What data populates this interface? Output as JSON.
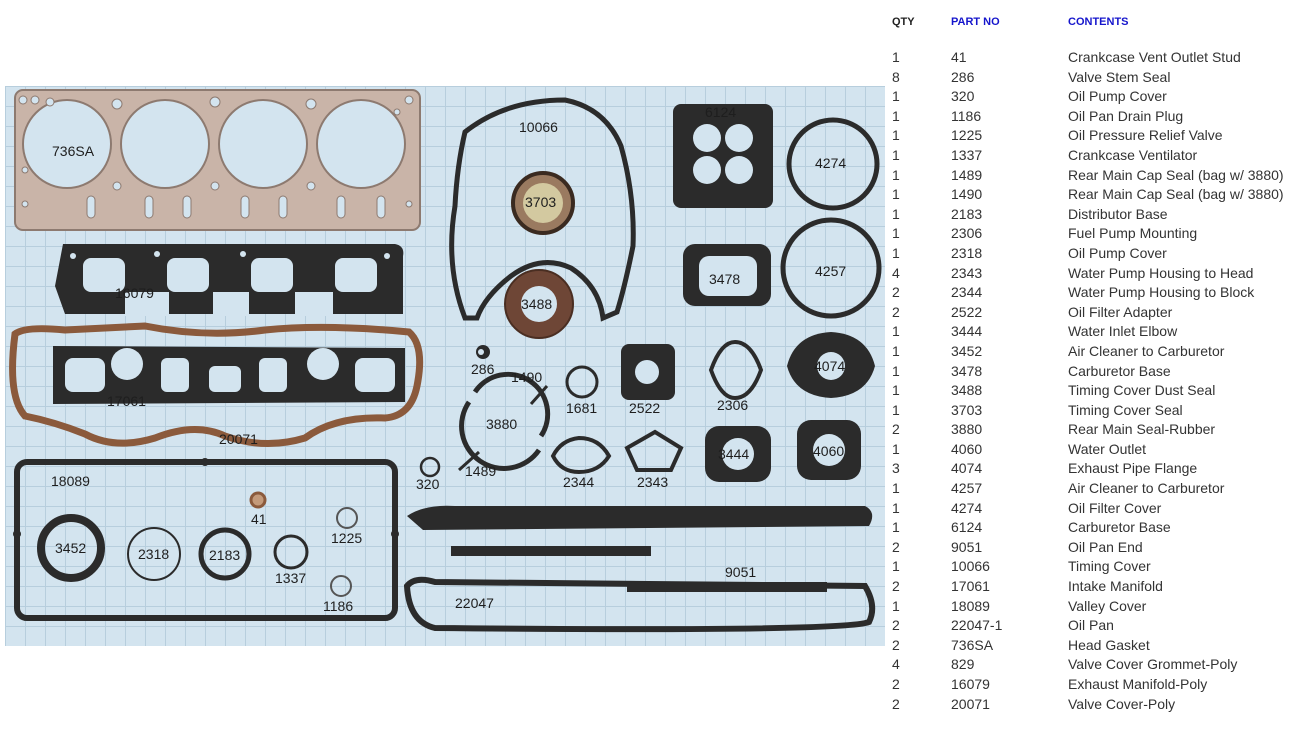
{
  "photo": {
    "labels": [
      "736SA",
      "10066",
      "6124",
      "4274",
      "3703",
      "16079",
      "3478",
      "4257",
      "3488",
      "286",
      "1490",
      "1681",
      "2522",
      "2306",
      "4074",
      "17061",
      "3880",
      "20071",
      "1489",
      "2344",
      "2343",
      "3444",
      "4060",
      "320",
      "18089",
      "41",
      "1225",
      "3452",
      "2318",
      "2183",
      "1337",
      "1186",
      "9051",
      "22047"
    ]
  },
  "table": {
    "headers": {
      "qty": "QTY",
      "part_no": "PART NO",
      "contents": "CONTENTS"
    },
    "rows": [
      {
        "qty": "1",
        "part": "41",
        "contents": "Crankcase Vent Outlet Stud"
      },
      {
        "qty": "8",
        "part": "286",
        "contents": "Valve Stem Seal"
      },
      {
        "qty": "1",
        "part": "320",
        "contents": "Oil Pump Cover"
      },
      {
        "qty": "1",
        "part": "1186",
        "contents": "Oil Pan Drain Plug"
      },
      {
        "qty": "1",
        "part": "1225",
        "contents": "Oil Pressure Relief Valve"
      },
      {
        "qty": "1",
        "part": "1337",
        "contents": "Crankcase Ventilator"
      },
      {
        "qty": "1",
        "part": "1489",
        "contents": "Rear Main Cap Seal (bag w/ 3880)"
      },
      {
        "qty": "1",
        "part": "1490",
        "contents": "Rear Main Cap Seal (bag w/ 3880)"
      },
      {
        "qty": "1",
        "part": "2183",
        "contents": "Distributor Base"
      },
      {
        "qty": "1",
        "part": "2306",
        "contents": "Fuel Pump Mounting"
      },
      {
        "qty": "1",
        "part": "2318",
        "contents": "Oil Pump Cover"
      },
      {
        "qty": "4",
        "part": "2343",
        "contents": "Water Pump Housing to Head"
      },
      {
        "qty": "2",
        "part": "2344",
        "contents": "Water Pump Housing to Block"
      },
      {
        "qty": "2",
        "part": "2522",
        "contents": "Oil Filter Adapter"
      },
      {
        "qty": "1",
        "part": "3444",
        "contents": "Water Inlet Elbow"
      },
      {
        "qty": "1",
        "part": "3452",
        "contents": "Air Cleaner to Carburetor"
      },
      {
        "qty": "1",
        "part": "3478",
        "contents": "Carburetor Base"
      },
      {
        "qty": "1",
        "part": "3488",
        "contents": "Timing Cover Dust Seal"
      },
      {
        "qty": "1",
        "part": "3703",
        "contents": "Timing Cover Seal"
      },
      {
        "qty": "2",
        "part": "3880",
        "contents": "Rear Main Seal-Rubber"
      },
      {
        "qty": "1",
        "part": "4060",
        "contents": "Water Outlet"
      },
      {
        "qty": "3",
        "part": "4074",
        "contents": "Exhaust Pipe Flange"
      },
      {
        "qty": "1",
        "part": "4257",
        "contents": "Air Cleaner to Carburetor"
      },
      {
        "qty": "1",
        "part": "4274",
        "contents": "Oil Filter Cover"
      },
      {
        "qty": "1",
        "part": "6124",
        "contents": "Carburetor Base"
      },
      {
        "qty": "2",
        "part": "9051",
        "contents": "Oil Pan End"
      },
      {
        "qty": "1",
        "part": "10066",
        "contents": "Timing Cover"
      },
      {
        "qty": "2",
        "part": "17061",
        "contents": "Intake Manifold"
      },
      {
        "qty": "1",
        "part": "18089",
        "contents": "Valley Cover"
      },
      {
        "qty": "2",
        "part": "22047-1",
        "contents": "Oil Pan"
      },
      {
        "qty": "2",
        "part": "736SA",
        "contents": "Head Gasket"
      },
      {
        "qty": "4",
        "part": "829",
        "contents": "Valve Cover Grommet-Poly"
      },
      {
        "qty": "2",
        "part": "16079",
        "contents": "Exhaust Manifold-Poly"
      },
      {
        "qty": "2",
        "part": "20071",
        "contents": "Valve Cover-Poly"
      }
    ]
  },
  "colors": {
    "background": "#d3e4ef",
    "gasket_black": "#2b2b2b",
    "head_gasket": "#c9b4a8",
    "cork": "#8b5a3c",
    "header_link": "#1515cc"
  }
}
